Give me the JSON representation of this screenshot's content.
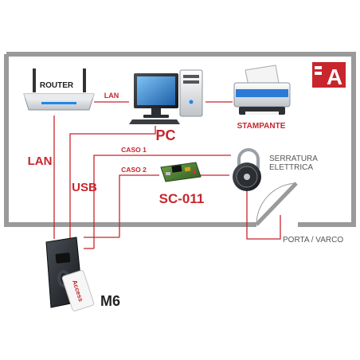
{
  "brand": {
    "logo_text": "A",
    "accent": "#c8252c"
  },
  "devices": {
    "router": "ROUTER",
    "pc": "PC",
    "printer": "STAMPANTE",
    "controller": "SC-011",
    "lock": "SERRATURA ELETTRICA",
    "reader": "M6",
    "card": "Access",
    "door": "PORTA / VARCO"
  },
  "connections": {
    "lan_small": "LAN",
    "lan_big": "LAN",
    "usb": "USB",
    "caso1": "CASO 1",
    "caso2": "CASO 2"
  },
  "colors": {
    "wall": "#9a9a9a",
    "wire": "#c8252c",
    "text_gray": "#555555"
  }
}
